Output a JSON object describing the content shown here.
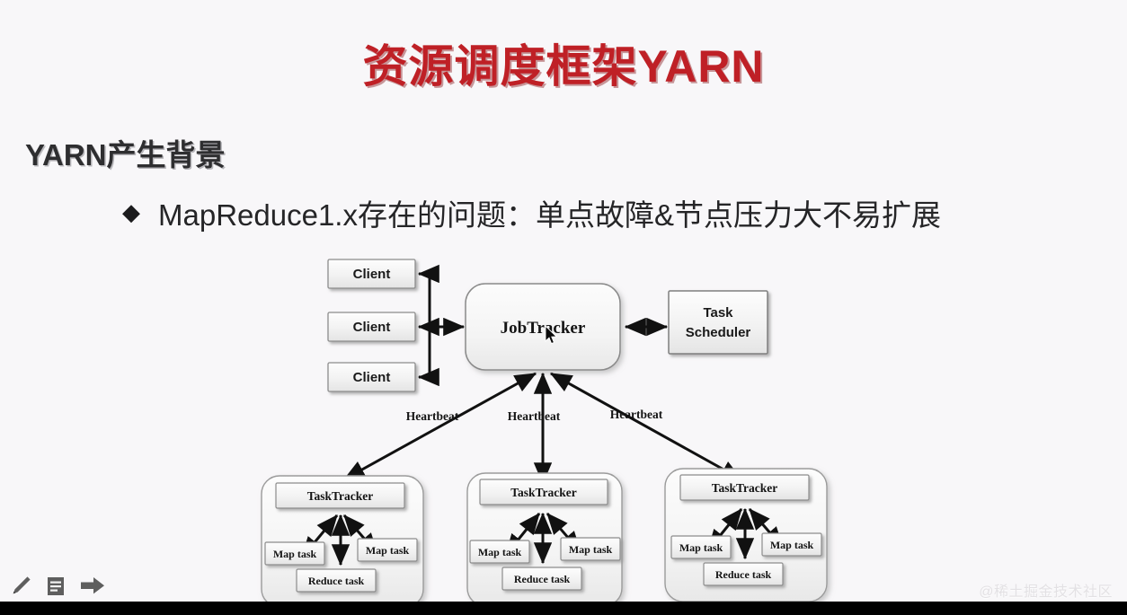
{
  "slide": {
    "title": "资源调度框架YARN",
    "title_color": "#bf2026",
    "background_color": "#f8f7f9",
    "heading": "YARN产生背景",
    "bullet_marker": "◆",
    "bullet_text": "MapReduce1.x存在的问题：单点故障&节点压力大不易扩展"
  },
  "diagram": {
    "clients": [
      {
        "label": "Client"
      },
      {
        "label": "Client"
      },
      {
        "label": "Client"
      }
    ],
    "jobtracker": {
      "label": "JobTracker"
    },
    "task_scheduler": {
      "line1": "Task",
      "line2": "Scheduler"
    },
    "heartbeats": [
      {
        "label": "Heartbeat"
      },
      {
        "label": "Heartbeat"
      },
      {
        "label": "Heartbeat"
      }
    ],
    "tasktrackers": [
      {
        "label": "TaskTracker",
        "map_task_left": "Map task",
        "map_task_right": "Map task",
        "reduce_task": "Reduce task"
      },
      {
        "label": "TaskTracker",
        "map_task_left": "Map task",
        "map_task_right": "Map task",
        "reduce_task": "Reduce task"
      },
      {
        "label": "TaskTracker",
        "map_task_left": "Map task",
        "map_task_right": "Map task",
        "reduce_task": "Reduce task"
      }
    ]
  },
  "player": {
    "icons": [
      {
        "name": "pencil-icon"
      },
      {
        "name": "note-icon"
      },
      {
        "name": "share-arrow-icon"
      }
    ]
  },
  "watermark": {
    "text": "@稀土掘金技术社区"
  }
}
